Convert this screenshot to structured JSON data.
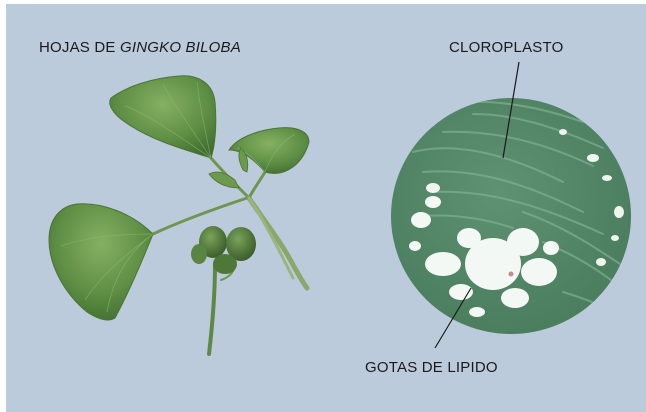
{
  "labels": {
    "title_prefix": "HOJAS DE ",
    "title_species": "GINGKO BILOBA",
    "chloroplast": "CLOROPLASTO",
    "lipid_droplets": "GOTAS DE LIPIDO"
  },
  "colors": {
    "background": "#bccbdc",
    "leaf_green": "#5e8f44",
    "cell_green": "#55896a",
    "lipid_white": "#f4f8f4",
    "label_text": "#1a1a1a"
  }
}
